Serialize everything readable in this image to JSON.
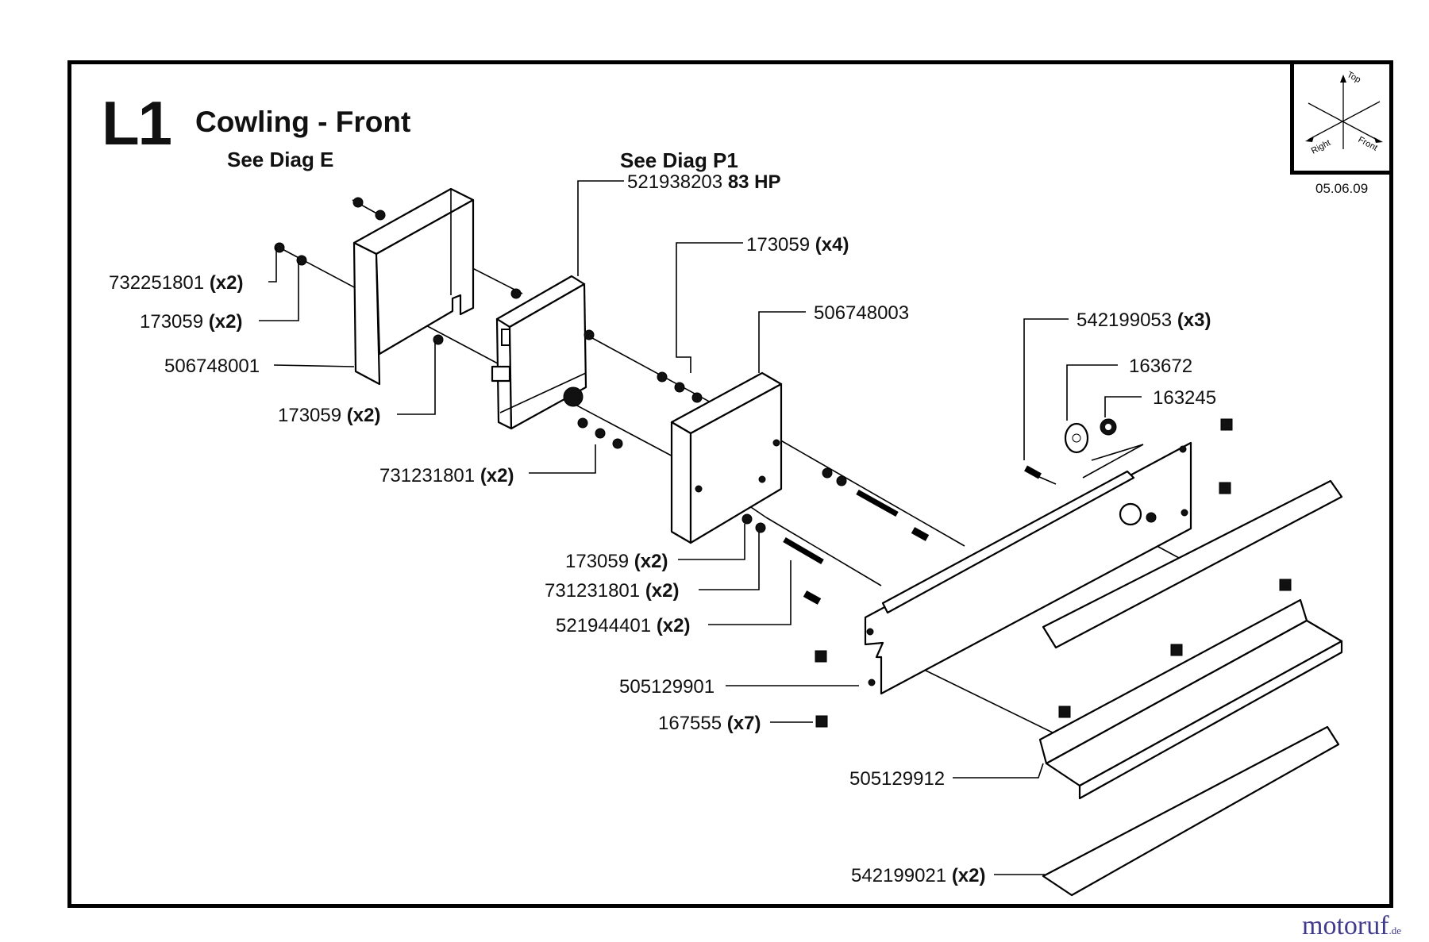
{
  "header": {
    "sheet_code": "L1",
    "title": "Cowling - Front",
    "ref_left": "See Diag E",
    "ref_center": "See Diag P1",
    "date": "05.06.09"
  },
  "orientation": {
    "top": "Top",
    "right": "Right",
    "front": "Front"
  },
  "callouts": [
    {
      "part": "521938203",
      "qty": "83 HP"
    },
    {
      "part": "173059",
      "qty": "(x4)"
    },
    {
      "part": "732251801",
      "qty": "(x2)"
    },
    {
      "part": "173059",
      "qty": "(x2)"
    },
    {
      "part": "506748001",
      "qty": ""
    },
    {
      "part": "173059",
      "qty": "(x2)"
    },
    {
      "part": "506748003",
      "qty": ""
    },
    {
      "part": "542199053",
      "qty": "(x3)"
    },
    {
      "part": "163672",
      "qty": ""
    },
    {
      "part": "163245",
      "qty": ""
    },
    {
      "part": "731231801",
      "qty": "(x2)"
    },
    {
      "part": "173059",
      "qty": "(x2)"
    },
    {
      "part": "731231801",
      "qty": "(x2)"
    },
    {
      "part": "521944401",
      "qty": "(x2)"
    },
    {
      "part": "505129901",
      "qty": ""
    },
    {
      "part": "167555",
      "qty": "(x7)"
    },
    {
      "part": "505129912",
      "qty": ""
    },
    {
      "part": "542199021",
      "qty": "(x2)"
    }
  ],
  "watermark": {
    "brand": "motoruf",
    "suffix": ".de"
  }
}
